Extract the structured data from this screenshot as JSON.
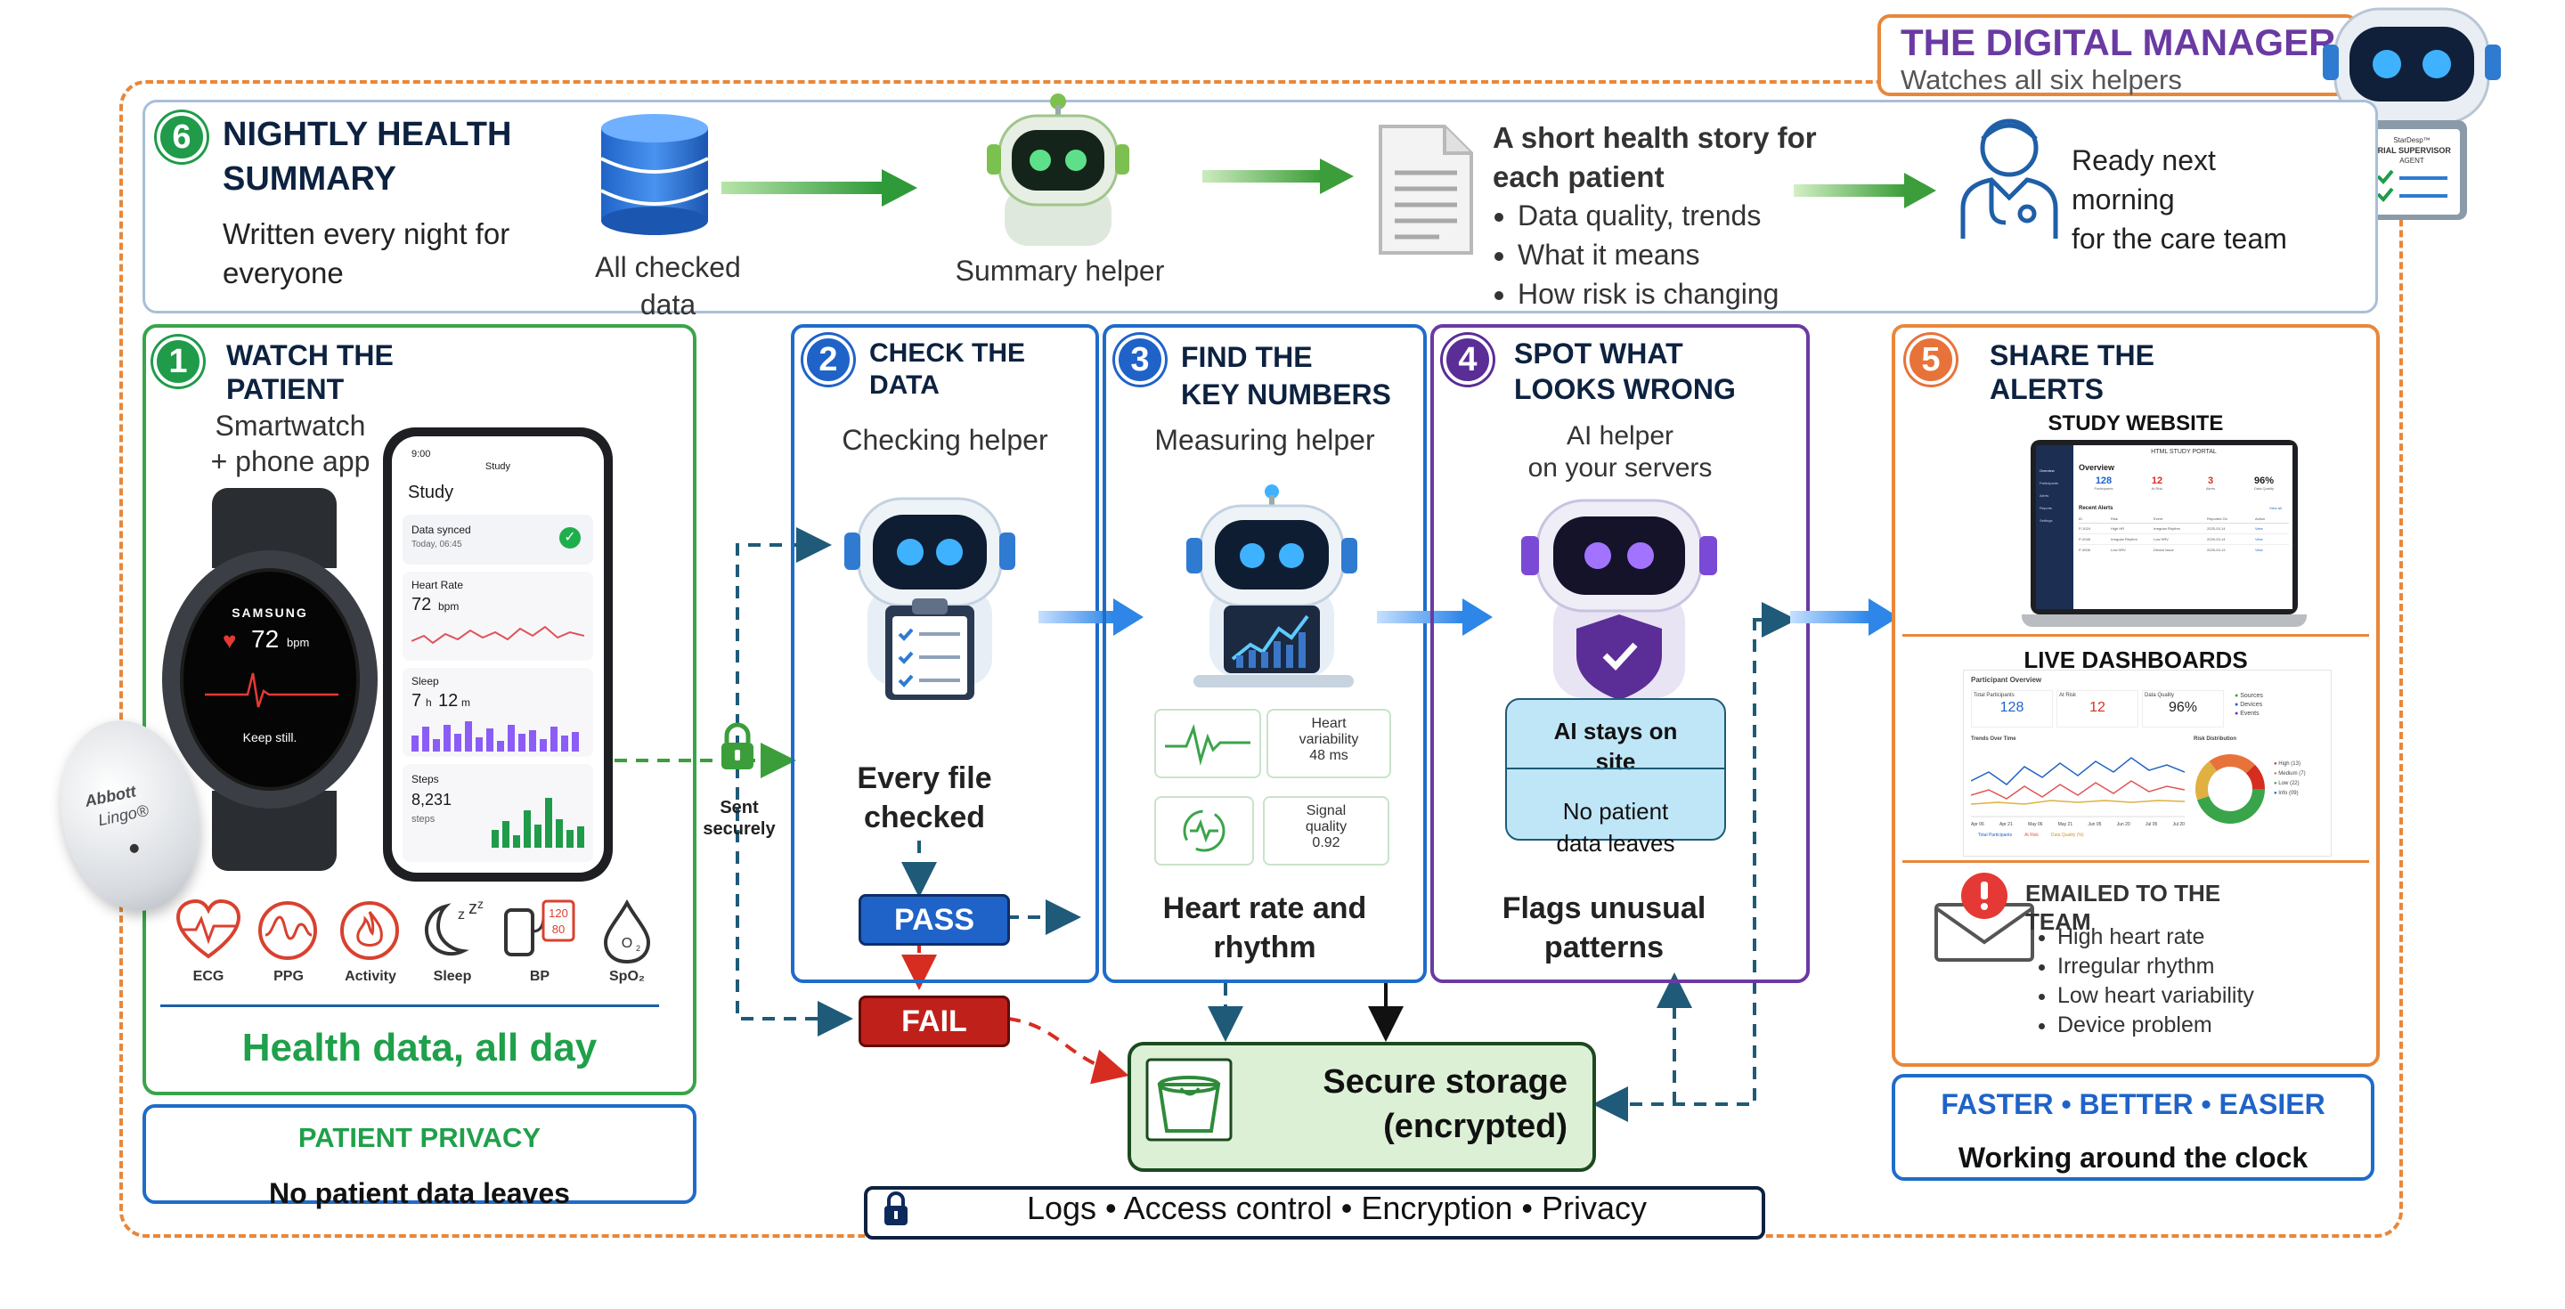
{
  "manager": {
    "title": "THE DIGITAL MANAGER",
    "subtitle": "Watches all six helpers",
    "badge": [
      "StarDesp™",
      "TRIAL SUPERVISOR",
      "AGENT"
    ]
  },
  "step6": {
    "number": "6",
    "title": [
      "NIGHTLY HEALTH",
      "SUMMARY"
    ],
    "desc": [
      "Written every night for",
      "everyone"
    ],
    "data_label": [
      "All checked",
      "data"
    ],
    "helper_label": "Summary helper",
    "story_title": [
      "A short health story for",
      "each patient"
    ],
    "story_points": [
      "Data quality, trends",
      "What it means",
      "How risk is changing"
    ],
    "ready": [
      "Ready next",
      "morning",
      "for the care team"
    ]
  },
  "step1": {
    "number": "1",
    "title": [
      "WATCH THE",
      "PATIENT"
    ],
    "device": [
      "Smartwatch",
      "+ phone app"
    ],
    "watch": {
      "brand": "SAMSUNG",
      "bpm": "72",
      "bpm_unit": "bpm",
      "msg": "Keep still."
    },
    "sensor": [
      "Abbott",
      "Lingo®"
    ],
    "phone": {
      "time": "9:00",
      "header": "Study",
      "title": "Study",
      "synced_label": "Data synced",
      "synced_time": "Today, 06:45",
      "hr_label": "Heart Rate",
      "hr_value": "72",
      "hr_unit": "bpm",
      "sleep_label": "Sleep",
      "sleep_h": "7",
      "sleep_h_unit": "h",
      "sleep_m": "12",
      "sleep_m_unit": "m",
      "steps_label": "Steps",
      "steps_value": "8,231",
      "steps_unit": "steps"
    },
    "metrics": [
      "ECG",
      "PPG",
      "Activity",
      "Sleep",
      "BP",
      "SpO₂"
    ],
    "bp_reading": [
      "120",
      "80"
    ],
    "footer": "Health data, all day"
  },
  "privacy": {
    "title": "PATIENT PRIVACY",
    "text": "No patient data leaves"
  },
  "sent": [
    "Sent",
    "securely"
  ],
  "step2": {
    "number": "2",
    "title": [
      "CHECK THE",
      "DATA"
    ],
    "helper": "Checking helper",
    "result": [
      "Every file",
      "checked"
    ],
    "pass": "PASS",
    "fail": "FAIL"
  },
  "step3": {
    "number": "3",
    "title": [
      "FIND THE",
      "KEY NUMBERS"
    ],
    "helper": "Measuring helper",
    "hrv": [
      "Heart",
      "variability",
      "48 ms"
    ],
    "quality": [
      "Signal",
      "quality",
      "0.92"
    ],
    "result": [
      "Heart rate and",
      "rhythm"
    ]
  },
  "step4": {
    "number": "4",
    "title": [
      "SPOT WHAT",
      "LOOKS WRONG"
    ],
    "helper": [
      "AI helper",
      "on your servers"
    ],
    "onsite": [
      "AI stays on",
      "site"
    ],
    "noleave": [
      "No patient",
      "data leaves"
    ],
    "result": [
      "Flags unusual",
      "patterns"
    ]
  },
  "storage": {
    "line1": "Secure storage",
    "line2": "(encrypted)"
  },
  "security": "Logs • Access control • Encryption • Privacy",
  "step5": {
    "number": "5",
    "title": [
      "SHARE THE",
      "ALERTS"
    ],
    "website": "STUDY WEBSITE",
    "portal": {
      "name": "HTML STUDY PORTAL",
      "overview": "Overview",
      "stats": [
        {
          "v": "128",
          "l": "Participants"
        },
        {
          "v": "12",
          "l": "At Risk"
        },
        {
          "v": "3",
          "l": "Alerts"
        },
        {
          "v": "96%",
          "l": "Data Quality"
        }
      ],
      "recent": "Recent Alerts",
      "view_all": "View all",
      "cols": [
        "ID",
        "Risk",
        "Event",
        "Reported On",
        "Action"
      ],
      "rows": [
        [
          "P-1024",
          "High HR",
          "Irregular Rhythm",
          "2025-03-14",
          "View"
        ],
        [
          "P-2048",
          "Irregular Rhythm",
          "Low HRV",
          "2025-03-14",
          "View"
        ],
        [
          "P-3008",
          "Low HRV",
          "Device issue",
          "2025-03-13",
          "View"
        ]
      ],
      "menu": [
        "Overview",
        "Participants",
        "Alerts",
        "Reports",
        "Settings"
      ]
    },
    "dash_title": "LIVE DASHBOARDS",
    "dash": {
      "heading": "Participant Overview",
      "stats": [
        {
          "l": "Total Participants",
          "v": "128"
        },
        {
          "l": "At Risk",
          "v": "12"
        },
        {
          "l": "Data Quality",
          "v": "96%"
        }
      ],
      "legend": [
        "Sources",
        "Devices",
        "Events"
      ],
      "trend_title": "Trends Over Time",
      "risk_title": "Risk Distribution",
      "x_ticks": [
        "Apr 06",
        "Apr 21",
        "May 06",
        "May 21",
        "Jun 05",
        "Jun 20",
        "Jul 05",
        "Jul 20"
      ],
      "trend_legend": [
        "Total Participants",
        "At Risk",
        "Data Quality (%)"
      ],
      "risk_legend": [
        "High (13)",
        "Medium (7)",
        "Low (22)",
        "Info (09)"
      ]
    },
    "email_title": [
      "EMAILED TO THE",
      "TEAM"
    ],
    "email_points": [
      "High heart rate",
      "Irregular rhythm",
      "Low heart variability",
      "Device problem"
    ]
  },
  "benefits": {
    "line1": "FASTER • BETTER • EASIER",
    "line2": "Working around the clock"
  }
}
